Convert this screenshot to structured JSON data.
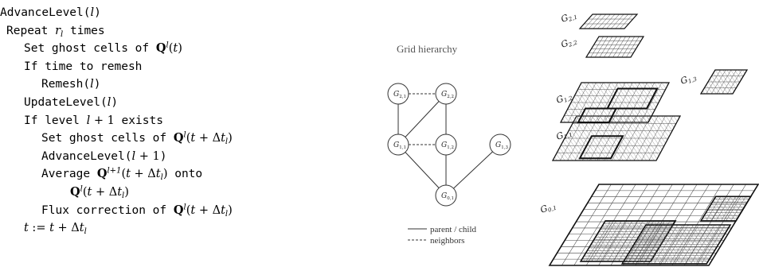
{
  "algorithm": {
    "lines": [
      {
        "indent": 0,
        "parts": [
          {
            "t": "code",
            "v": "AdvanceLevel("
          },
          {
            "t": "mi",
            "v": "l"
          },
          {
            "t": "code",
            "v": ")"
          }
        ]
      },
      {
        "indent": 8,
        "parts": [
          {
            "t": "code",
            "v": "Repeat "
          },
          {
            "t": "mi",
            "v": "r"
          },
          {
            "t": "sub",
            "v": "l"
          },
          {
            "t": "code",
            "v": " times"
          }
        ]
      },
      {
        "indent": 30,
        "parts": [
          {
            "t": "code",
            "v": "Set ghost cells of "
          },
          {
            "t": "mb",
            "v": "Q"
          },
          {
            "t": "sup",
            "v": "l"
          },
          {
            "t": "mr",
            "v": "("
          },
          {
            "t": "mi",
            "v": "t"
          },
          {
            "t": "mr",
            "v": ")"
          }
        ]
      },
      {
        "indent": 30,
        "parts": [
          {
            "t": "code",
            "v": "If time to remesh"
          }
        ]
      },
      {
        "indent": 52,
        "parts": [
          {
            "t": "code",
            "v": "Remesh("
          },
          {
            "t": "mi",
            "v": "l"
          },
          {
            "t": "code",
            "v": ")"
          }
        ]
      },
      {
        "indent": 30,
        "parts": [
          {
            "t": "code",
            "v": "UpdateLevel("
          },
          {
            "t": "mi",
            "v": "l"
          },
          {
            "t": "code",
            "v": ")"
          }
        ]
      },
      {
        "indent": 30,
        "parts": [
          {
            "t": "code",
            "v": "If level "
          },
          {
            "t": "mi",
            "v": "l"
          },
          {
            "t": "mr",
            "v": " + 1"
          },
          {
            "t": "code",
            "v": " exists"
          }
        ]
      },
      {
        "indent": 52,
        "parts": [
          {
            "t": "code",
            "v": "Set ghost cells of "
          },
          {
            "t": "mb",
            "v": "Q"
          },
          {
            "t": "sup",
            "v": "l"
          },
          {
            "t": "mr",
            "v": "("
          },
          {
            "t": "mi",
            "v": "t"
          },
          {
            "t": "mr",
            "v": " + Δ"
          },
          {
            "t": "mi",
            "v": "t"
          },
          {
            "t": "sub",
            "v": "l"
          },
          {
            "t": "mr",
            "v": ")"
          }
        ]
      },
      {
        "indent": 52,
        "parts": [
          {
            "t": "code",
            "v": "AdvanceLevel("
          },
          {
            "t": "mi",
            "v": "l"
          },
          {
            "t": "mr",
            "v": " + 1"
          },
          {
            "t": "code",
            "v": ")"
          }
        ]
      },
      {
        "indent": 52,
        "parts": [
          {
            "t": "code",
            "v": "Average "
          },
          {
            "t": "mb",
            "v": "Q"
          },
          {
            "t": "sup",
            "v": "l+1"
          },
          {
            "t": "mr",
            "v": "("
          },
          {
            "t": "mi",
            "v": "t"
          },
          {
            "t": "mr",
            "v": " + Δ"
          },
          {
            "t": "mi",
            "v": "t"
          },
          {
            "t": "sub",
            "v": "l"
          },
          {
            "t": "mr",
            "v": ")"
          },
          {
            "t": "code",
            "v": " onto"
          }
        ]
      },
      {
        "indent": 88,
        "parts": [
          {
            "t": "mb",
            "v": "Q"
          },
          {
            "t": "sup",
            "v": "l"
          },
          {
            "t": "mr",
            "v": "("
          },
          {
            "t": "mi",
            "v": "t"
          },
          {
            "t": "mr",
            "v": " + Δ"
          },
          {
            "t": "mi",
            "v": "t"
          },
          {
            "t": "sub",
            "v": "l"
          },
          {
            "t": "mr",
            "v": ")"
          }
        ]
      },
      {
        "indent": 52,
        "parts": [
          {
            "t": "code",
            "v": "Flux correction of "
          },
          {
            "t": "mb",
            "v": "Q"
          },
          {
            "t": "sup",
            "v": "l"
          },
          {
            "t": "mr",
            "v": "("
          },
          {
            "t": "mi",
            "v": "t"
          },
          {
            "t": "mr",
            "v": " + Δ"
          },
          {
            "t": "mi",
            "v": "t"
          },
          {
            "t": "sub",
            "v": "l"
          },
          {
            "t": "mr",
            "v": ")"
          }
        ]
      },
      {
        "indent": 30,
        "parts": [
          {
            "t": "mi",
            "v": "t"
          },
          {
            "t": "mr",
            "v": " := "
          },
          {
            "t": "mi",
            "v": "t"
          },
          {
            "t": "mr",
            "v": " + Δ"
          },
          {
            "t": "mi",
            "v": "t"
          },
          {
            "t": "sub",
            "v": "l"
          }
        ]
      }
    ]
  },
  "hierarchy": {
    "title": "Grid hierarchy",
    "nodes": [
      {
        "id": "G21",
        "base": "G",
        "sub": "2,1"
      },
      {
        "id": "G22",
        "base": "G",
        "sub": "2,2"
      },
      {
        "id": "G11",
        "base": "G",
        "sub": "1,1"
      },
      {
        "id": "G12",
        "base": "G",
        "sub": "1,2"
      },
      {
        "id": "G13",
        "base": "G",
        "sub": "1,3"
      },
      {
        "id": "G01",
        "base": "G",
        "sub": "0,1"
      }
    ],
    "edges": [
      {
        "from": "G21",
        "to": "G11",
        "kind": "parent-child"
      },
      {
        "from": "G22",
        "to": "G11",
        "kind": "parent-child"
      },
      {
        "from": "G22",
        "to": "G12",
        "kind": "parent-child"
      },
      {
        "from": "G11",
        "to": "G01",
        "kind": "parent-child"
      },
      {
        "from": "G12",
        "to": "G01",
        "kind": "parent-child"
      },
      {
        "from": "G13",
        "to": "G01",
        "kind": "parent-child"
      },
      {
        "from": "G21",
        "to": "G22",
        "kind": "neighbors"
      },
      {
        "from": "G11",
        "to": "G12",
        "kind": "neighbors"
      }
    ],
    "legend": {
      "solid": "parent / child",
      "dashed": "neighbors"
    }
  },
  "grids": {
    "labels": [
      {
        "id": "G21",
        "base": "G",
        "sub": "2,1"
      },
      {
        "id": "G22",
        "base": "G",
        "sub": "2,2"
      },
      {
        "id": "G13",
        "base": "G",
        "sub": "1,3"
      },
      {
        "id": "G12",
        "base": "G",
        "sub": "1,2"
      },
      {
        "id": "G11",
        "base": "G",
        "sub": "1,1"
      },
      {
        "id": "G01",
        "base": "G",
        "sub": "0,1"
      }
    ]
  }
}
